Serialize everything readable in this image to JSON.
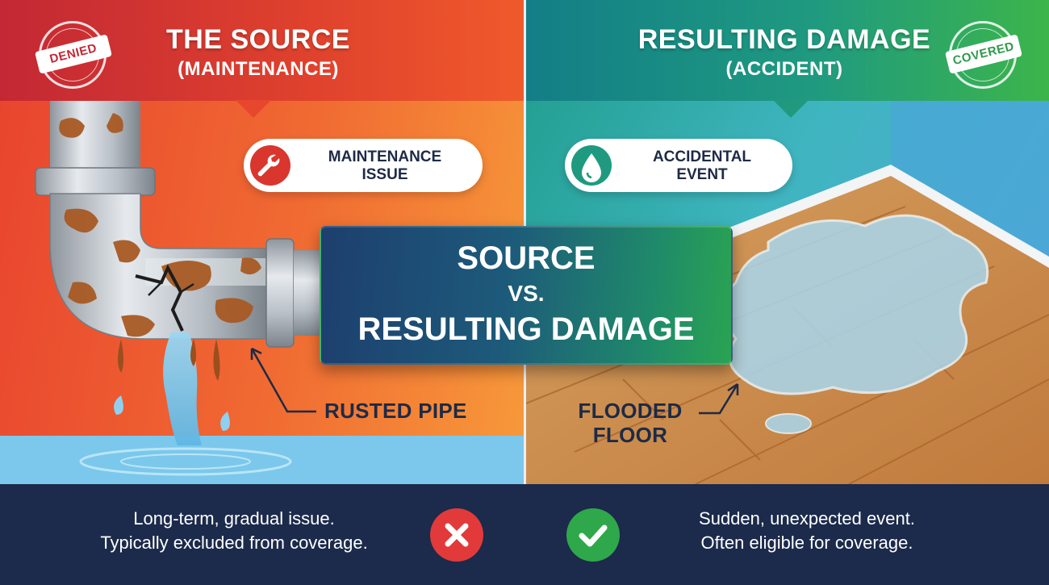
{
  "left": {
    "title": "THE SOURCE",
    "subtitle": "(MAINTENANCE)",
    "stamp": "DENIED",
    "pill_label_line1": "MAINTENANCE",
    "pill_label_line2": "ISSUE",
    "pill_icon": "wrench-icon",
    "callout": "RUSTED PIPE",
    "bottom_line1": "Long-term, gradual issue.",
    "bottom_line2": "Typically excluded from coverage.",
    "status_icon": "x-icon",
    "colors": {
      "header": "#c32834",
      "panel": "#f06a32",
      "status": "#e23a3a"
    }
  },
  "right": {
    "title": "RESULTING DAMAGE",
    "subtitle": "(ACCIDENT)",
    "stamp": "COVERED",
    "pill_label_line1": "ACCIDENTAL",
    "pill_label_line2": "EVENT",
    "pill_icon": "water-drop-icon",
    "callout_line1": "FLOODED",
    "callout_line2": "FLOOR",
    "bottom_line1": "Sudden, unexpected event.",
    "bottom_line2": "Often eligible for coverage.",
    "status_icon": "check-icon",
    "colors": {
      "header": "#1f9a80",
      "panel": "#3fb5c0",
      "status": "#2ea84a"
    }
  },
  "center": {
    "line1": "SOURCE",
    "line2": "VS.",
    "line3": "RESULTING DAMAGE"
  },
  "colors": {
    "bottom_band": "#1c2a4b",
    "text_dark": "#1e2a46"
  }
}
